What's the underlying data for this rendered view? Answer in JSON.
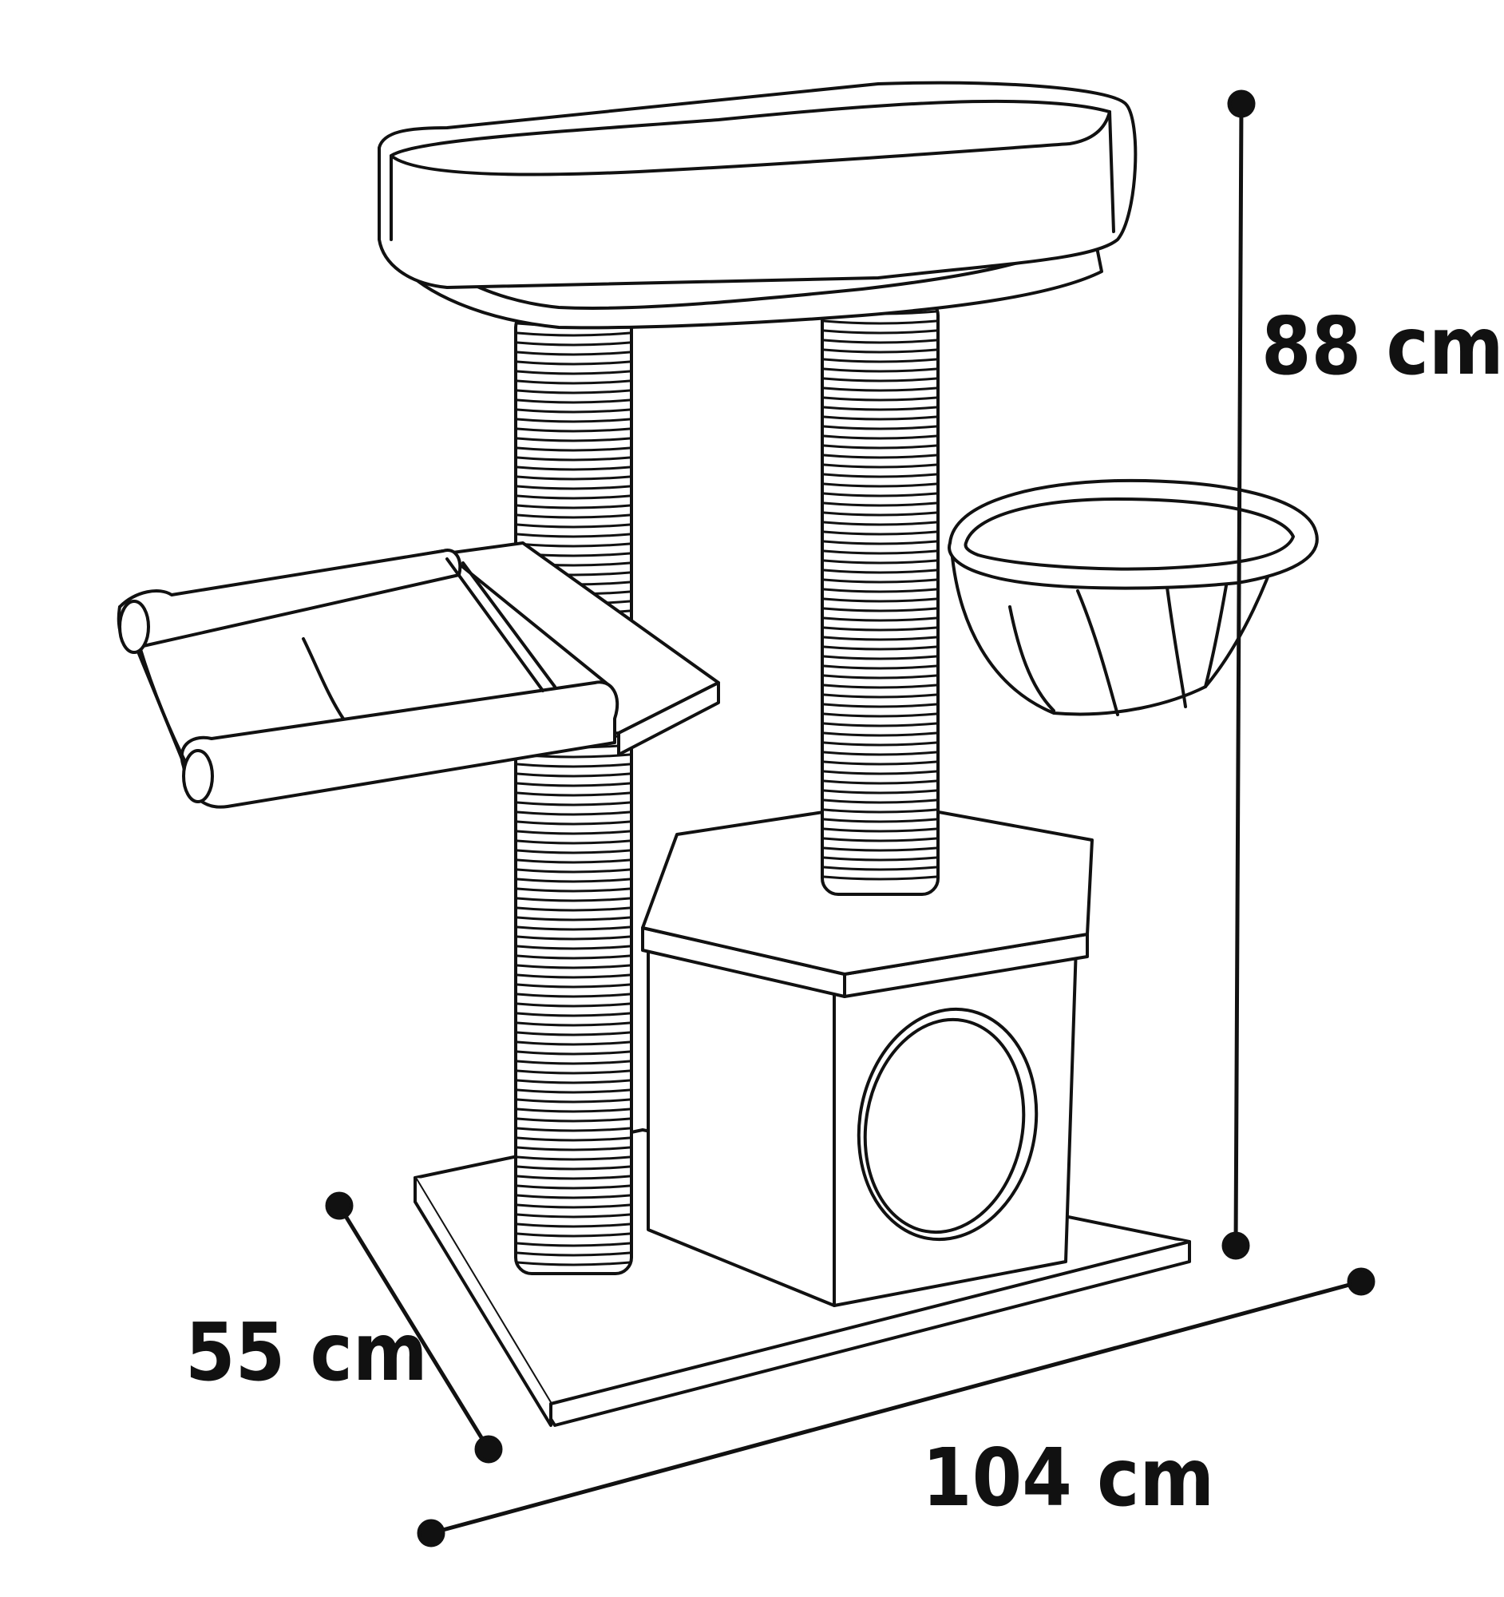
{
  "dimensions": {
    "height": "88 cm",
    "depth": "55 cm",
    "width": "104 cm"
  },
  "colors": {
    "stroke": "#111111",
    "background": "#ffffff"
  }
}
